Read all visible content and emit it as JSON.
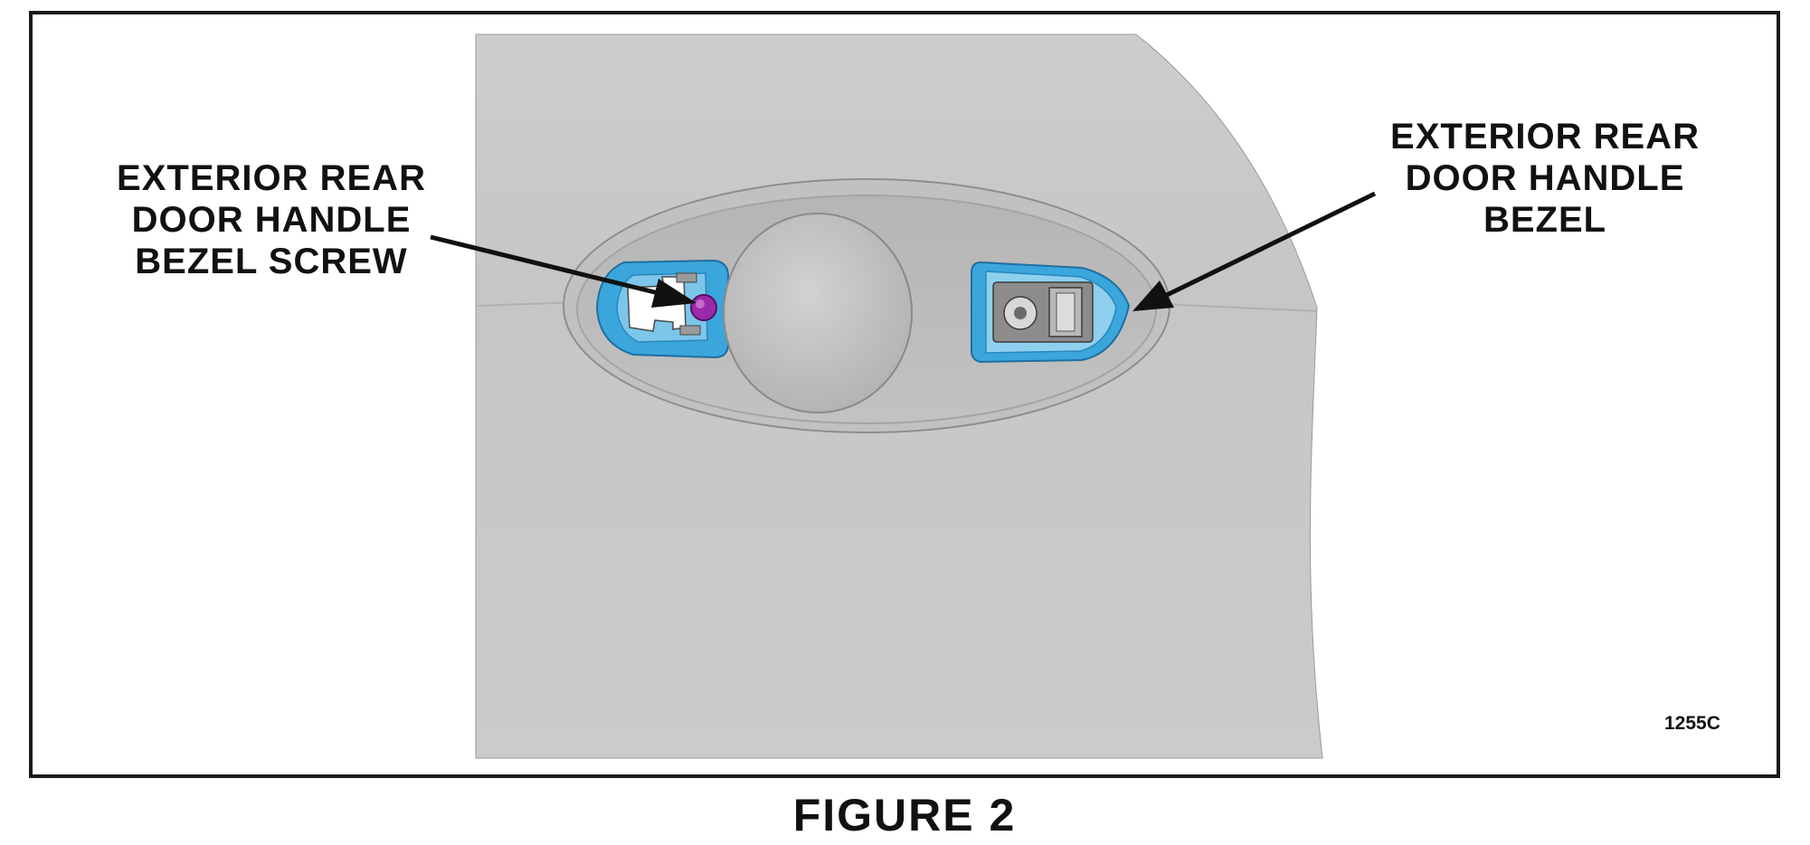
{
  "callouts": {
    "bezel_screw": {
      "line1": "EXTERIOR REAR",
      "line2": "DOOR HANDLE",
      "line3": "BEZEL SCREW"
    },
    "bezel": {
      "line1": "EXTERIOR REAR",
      "line2": "DOOR HANDLE",
      "line3": "BEZEL"
    }
  },
  "image_id": "1255C",
  "caption": "FIGURE 2",
  "colors": {
    "door_panel": "#c8c8c8",
    "bezel_blue": "#3aa6dc",
    "screw_purple": "#9a2aa8",
    "border": "#1a1a1a"
  }
}
